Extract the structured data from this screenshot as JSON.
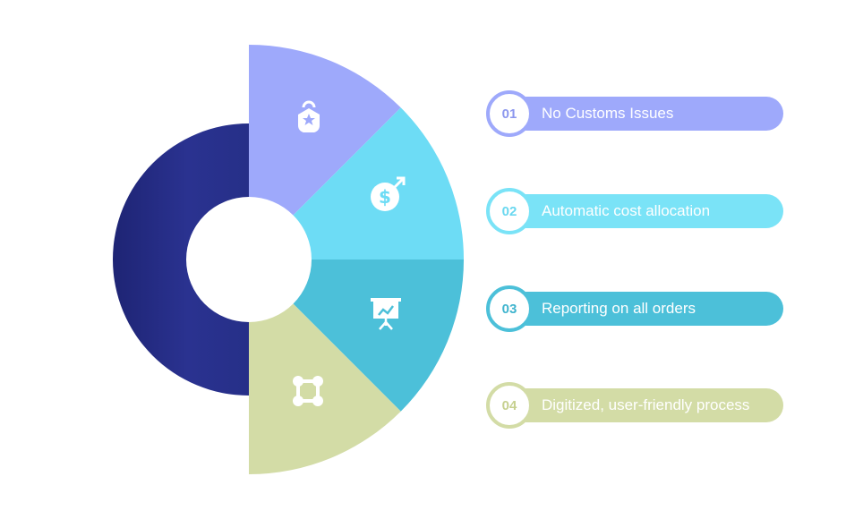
{
  "segments": [
    {
      "id": "customs",
      "color": "#9ea9fb",
      "icon": "shield-star-icon"
    },
    {
      "id": "cost",
      "color": "#6ddcf5",
      "icon": "dollar-coin-icon"
    },
    {
      "id": "reporting",
      "color": "#4cc0d9",
      "icon": "presentation-chart-icon"
    },
    {
      "id": "process",
      "color": "#d3dca6",
      "icon": "connected-nodes-icon"
    }
  ],
  "ring_color": "#262f88",
  "items": [
    {
      "number": "01",
      "label": "No Customs Issues",
      "color": "#9ea9fb",
      "number_color": "#8c97ee"
    },
    {
      "number": "02",
      "label": "Automatic cost allocation",
      "color": "#7ae3f7",
      "number_color": "#6ad8f0"
    },
    {
      "number": "03",
      "label": "Reporting on all orders",
      "color": "#4cc0d9",
      "number_color": "#3fb4ce"
    },
    {
      "number": "04",
      "label": "Digitized, user-friendly process",
      "color": "#d3dca6",
      "number_color": "#c6d08f"
    }
  ]
}
